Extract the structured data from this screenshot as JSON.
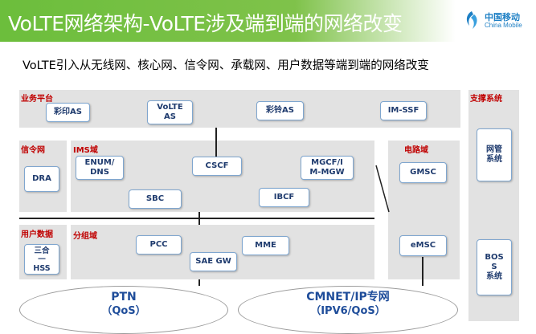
{
  "header": {
    "title": "VoLTE网络架构-VoLTE涉及端到端的网络改变",
    "logo_cn": "中国移动",
    "logo_en": "China Mobile"
  },
  "subtitle": "VoLTE引入从无线网、核心网、信令网、承载网、用户数据等端到端的网络改变",
  "domains": {
    "service_platform": "业务平台",
    "support_system": "支撑系统",
    "signaling": "信令网",
    "ims": "IMS域",
    "circuit": "电路域",
    "user_data": "用户数据",
    "packet": "分组域"
  },
  "nodes": {
    "color_print_as": "彩印AS",
    "volte_as": "VoLTE\nAS",
    "color_ring_as": "彩铃AS",
    "im_ssf": "IM-SSF",
    "dra": "DRA",
    "enum_dns": "ENUM/\nDNS",
    "cscf": "CSCF",
    "mgcf": "MGCF/I\nM-MGW",
    "sbc": "SBC",
    "ibcf": "IBCF",
    "gmsc": "GMSC",
    "emsc": "eMSC",
    "hss": "三合\n一\nHSS",
    "pcc": "PCC",
    "mme": "MME",
    "sae_gw": "SAE GW",
    "nms": "网管\n系统",
    "boss": "BOS\nS\n系统"
  },
  "bearer": {
    "ptn_name": "PTN",
    "ptn_qos": "（QoS）",
    "cmnet_name": "CMNET/IP专网",
    "cmnet_qos": "（IPV6/QoS）"
  },
  "colors": {
    "brand_green": "#6cbe3c",
    "label_red": "#c00000",
    "node_text": "#1f3b6e",
    "panel_gray": "#e2e2e2",
    "bearer_blue": "#1f4d9a"
  }
}
